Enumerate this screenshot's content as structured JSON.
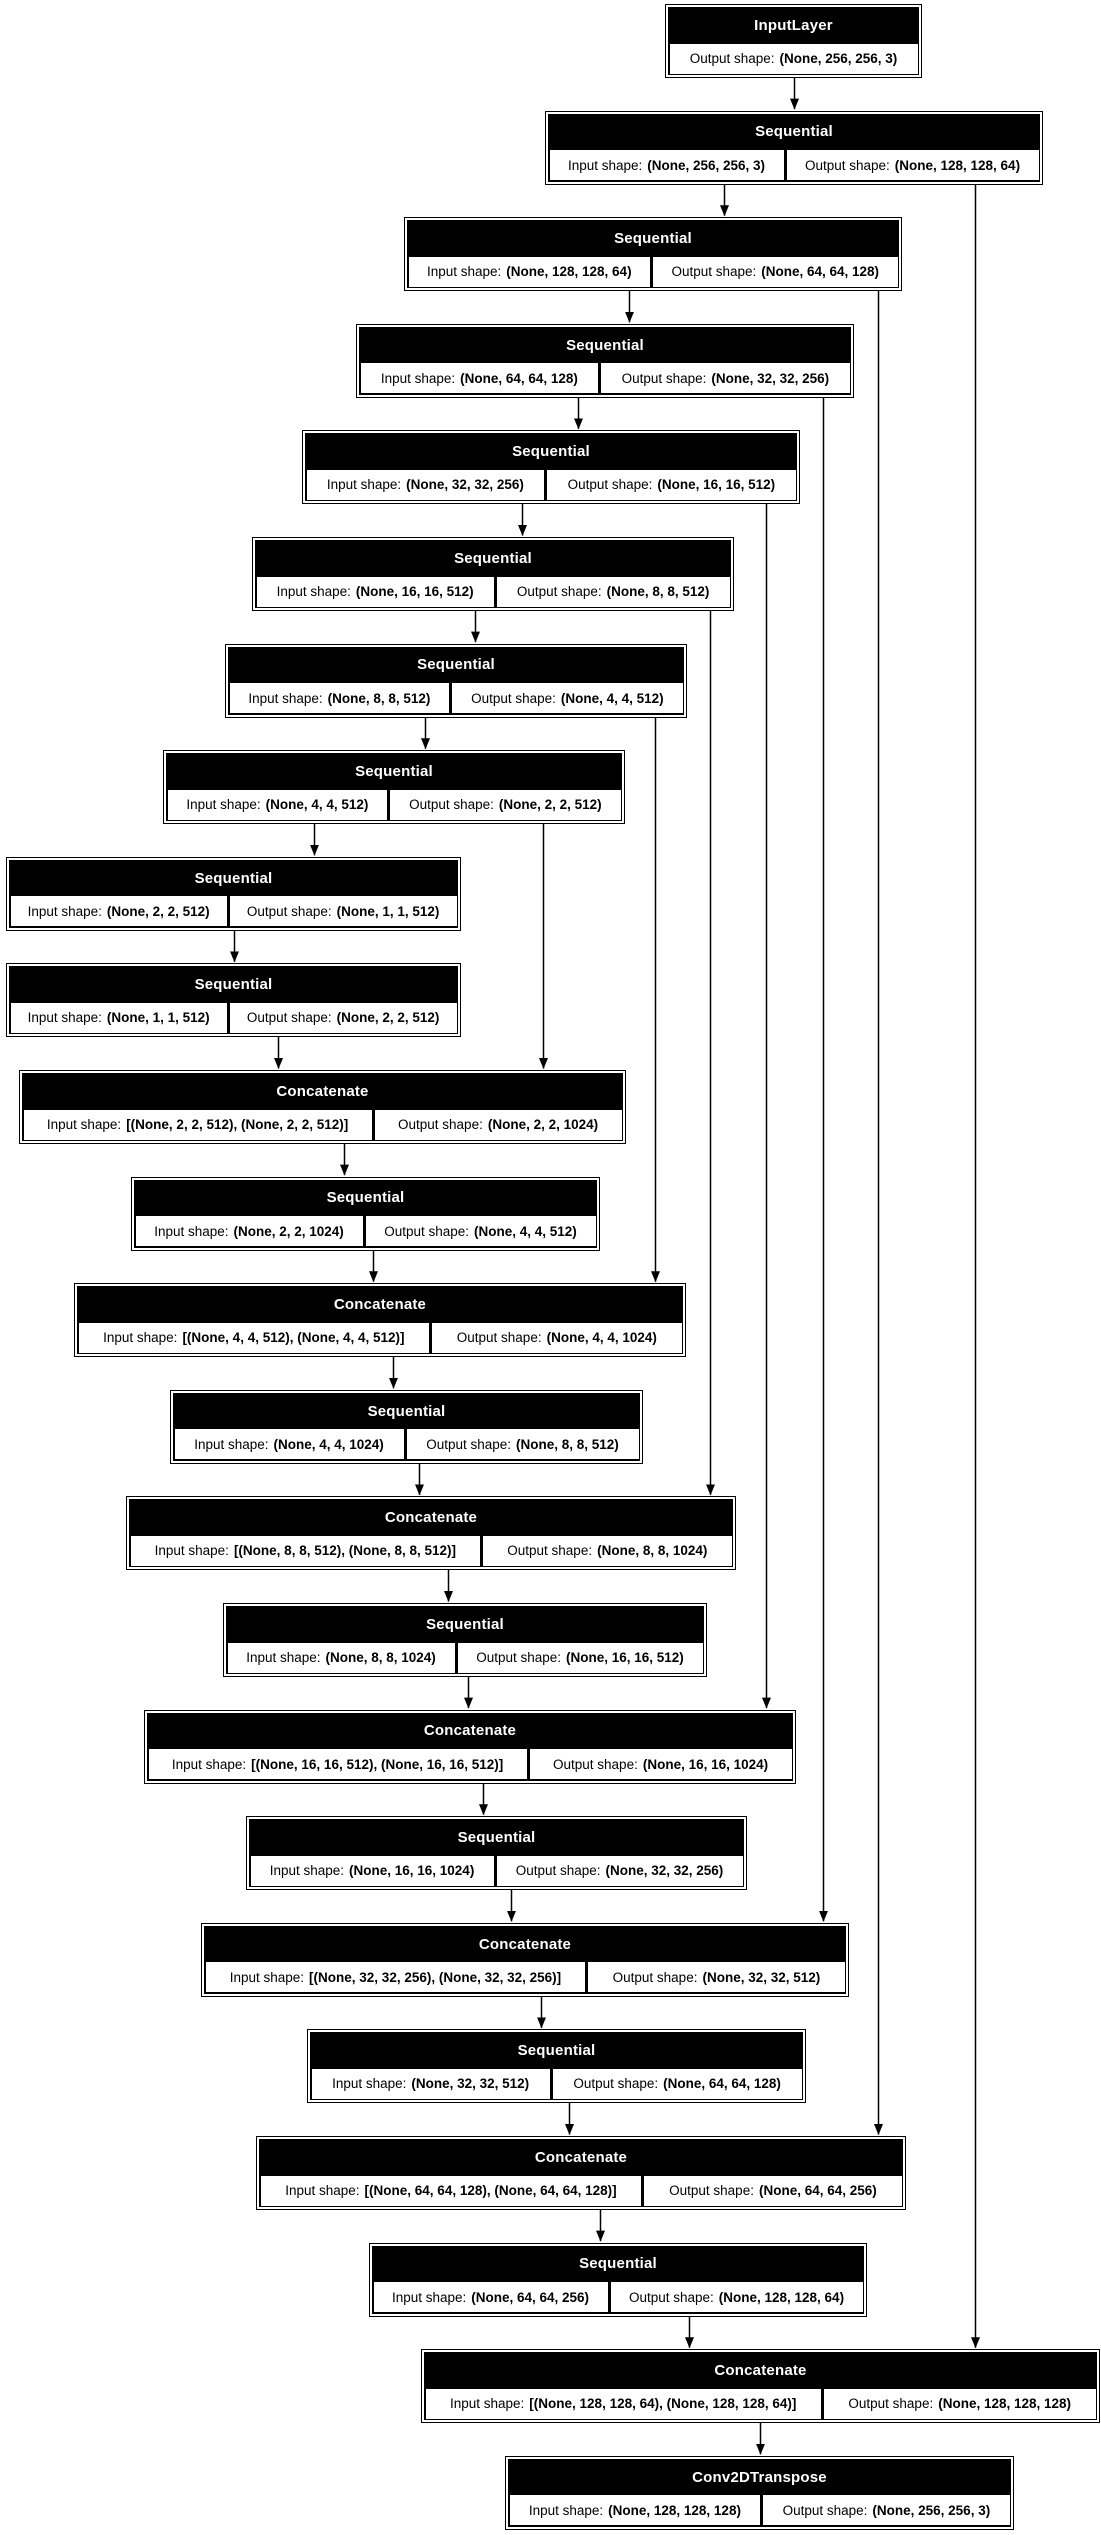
{
  "diagram": {
    "kind": "keras-model-plot",
    "field_labels": {
      "input": "Input shape:",
      "output": "Output shape:"
    },
    "colors": {
      "node_bg": "#000000",
      "node_title_text": "#ffffff",
      "cell_bg": "#ffffff",
      "cell_text": "#000000",
      "edge": "#000000",
      "background": "#ffffff"
    },
    "nodes": [
      {
        "title": "InputLayer",
        "input_shape": null,
        "output_shape": "(None, 256, 256, 3)"
      },
      {
        "title": "Sequential",
        "input_shape": "(None, 256, 256, 3)",
        "output_shape": "(None, 128, 128, 64)"
      },
      {
        "title": "Sequential",
        "input_shape": "(None, 128, 128, 64)",
        "output_shape": "(None, 64, 64, 128)"
      },
      {
        "title": "Sequential",
        "input_shape": "(None, 64, 64, 128)",
        "output_shape": "(None, 32, 32, 256)"
      },
      {
        "title": "Sequential",
        "input_shape": "(None, 32, 32, 256)",
        "output_shape": "(None, 16, 16, 512)"
      },
      {
        "title": "Sequential",
        "input_shape": "(None, 16, 16, 512)",
        "output_shape": "(None, 8, 8, 512)"
      },
      {
        "title": "Sequential",
        "input_shape": "(None, 8, 8, 512)",
        "output_shape": "(None, 4, 4, 512)"
      },
      {
        "title": "Sequential",
        "input_shape": "(None, 4, 4, 512)",
        "output_shape": "(None, 2, 2, 512)"
      },
      {
        "title": "Sequential",
        "input_shape": "(None, 2, 2, 512)",
        "output_shape": "(None, 1, 1, 512)"
      },
      {
        "title": "Sequential",
        "input_shape": "(None, 1, 1, 512)",
        "output_shape": "(None, 2, 2, 512)"
      },
      {
        "title": "Concatenate",
        "input_shape": "[(None, 2, 2, 512), (None, 2, 2, 512)]",
        "output_shape": "(None, 2, 2, 1024)"
      },
      {
        "title": "Sequential",
        "input_shape": "(None, 2, 2, 1024)",
        "output_shape": "(None, 4, 4, 512)"
      },
      {
        "title": "Concatenate",
        "input_shape": "[(None, 4, 4, 512), (None, 4, 4, 512)]",
        "output_shape": "(None, 4, 4, 1024)"
      },
      {
        "title": "Sequential",
        "input_shape": "(None, 4, 4, 1024)",
        "output_shape": "(None, 8, 8, 512)"
      },
      {
        "title": "Concatenate",
        "input_shape": "[(None, 8, 8, 512), (None, 8, 8, 512)]",
        "output_shape": "(None, 8, 8, 1024)"
      },
      {
        "title": "Sequential",
        "input_shape": "(None, 8, 8, 1024)",
        "output_shape": "(None, 16, 16, 512)"
      },
      {
        "title": "Concatenate",
        "input_shape": "[(None, 16, 16, 512), (None, 16, 16, 512)]",
        "output_shape": "(None, 16, 16, 1024)"
      },
      {
        "title": "Sequential",
        "input_shape": "(None, 16, 16, 1024)",
        "output_shape": "(None, 32, 32, 256)"
      },
      {
        "title": "Concatenate",
        "input_shape": "[(None, 32, 32, 256), (None, 32, 32, 256)]",
        "output_shape": "(None, 32, 32, 512)"
      },
      {
        "title": "Sequential",
        "input_shape": "(None, 32, 32, 512)",
        "output_shape": "(None, 64, 64, 128)"
      },
      {
        "title": "Concatenate",
        "input_shape": "[(None, 64, 64, 128), (None, 64, 64, 128)]",
        "output_shape": "(None, 64, 64, 256)"
      },
      {
        "title": "Sequential",
        "input_shape": "(None, 64, 64, 256)",
        "output_shape": "(None, 128, 128, 64)"
      },
      {
        "title": "Concatenate",
        "input_shape": "[(None, 128, 128, 64), (None, 128, 128, 64)]",
        "output_shape": "(None, 128, 128, 128)"
      },
      {
        "title": "Conv2DTranspose",
        "input_shape": "(None, 128, 128, 128)",
        "output_shape": "(None, 256, 256, 3)"
      }
    ],
    "edges": {
      "sequential": [
        [
          0,
          1
        ],
        [
          1,
          2
        ],
        [
          2,
          3
        ],
        [
          3,
          4
        ],
        [
          4,
          5
        ],
        [
          5,
          6
        ],
        [
          6,
          7
        ],
        [
          7,
          8
        ],
        [
          8,
          9
        ],
        [
          9,
          10
        ],
        [
          10,
          11
        ],
        [
          11,
          12
        ],
        [
          12,
          13
        ],
        [
          13,
          14
        ],
        [
          14,
          15
        ],
        [
          15,
          16
        ],
        [
          16,
          17
        ],
        [
          17,
          18
        ],
        [
          18,
          19
        ],
        [
          19,
          20
        ],
        [
          20,
          21
        ],
        [
          21,
          22
        ],
        [
          22,
          23
        ]
      ],
      "skip": [
        [
          1,
          22
        ],
        [
          2,
          20
        ],
        [
          3,
          18
        ],
        [
          4,
          16
        ],
        [
          5,
          14
        ],
        [
          6,
          12
        ],
        [
          7,
          10
        ]
      ]
    }
  }
}
